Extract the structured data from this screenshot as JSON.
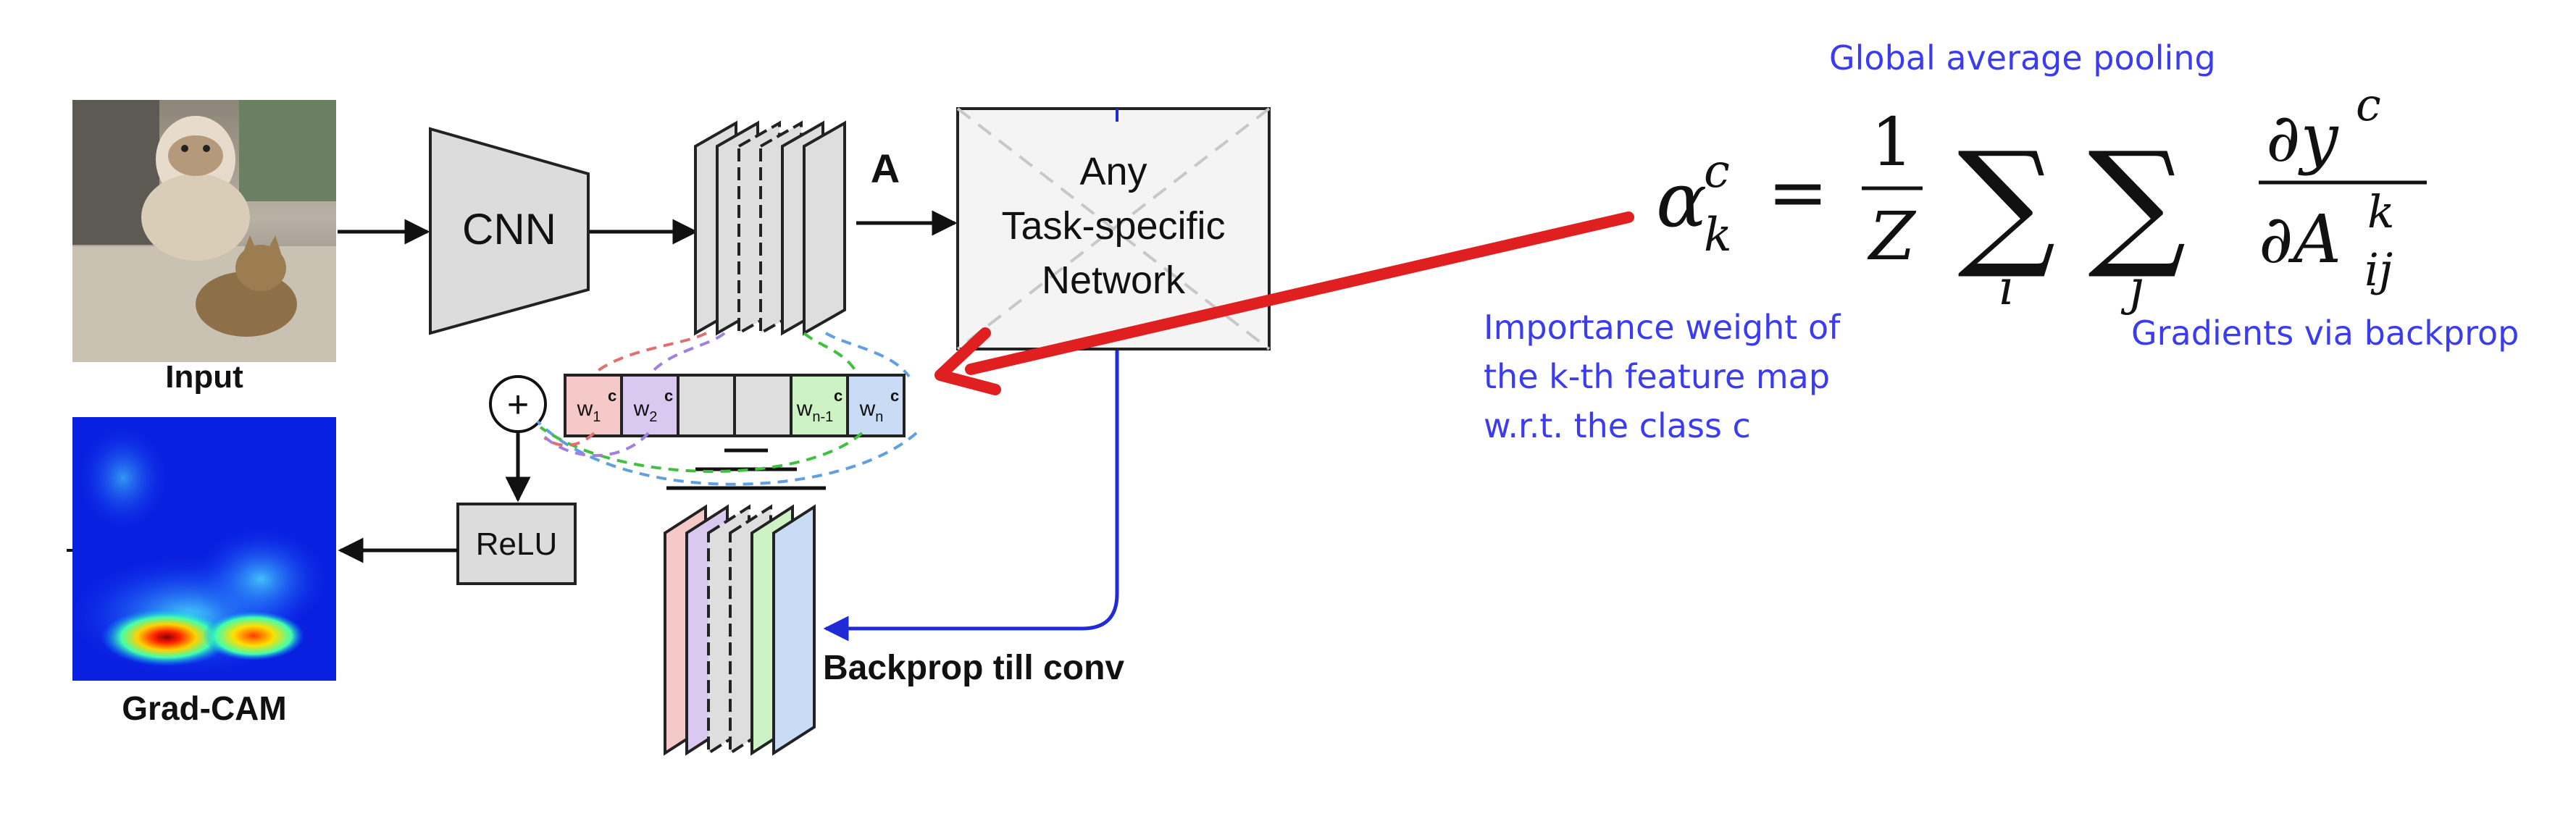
{
  "diagram": {
    "input_label": "Input",
    "cnn_label": "CNN",
    "feature_maps_label": "A",
    "task_network_lines": [
      "Any",
      "Task-specific",
      "Network"
    ],
    "relu_label": "ReLU",
    "gradcam_label": "Grad-CAM",
    "backprop_label": "Backprop till conv",
    "sum_symbol": "+",
    "weights": [
      {
        "base": "w",
        "sub": "1",
        "sup": "c",
        "color": "#f6c9c9"
      },
      {
        "base": "w",
        "sub": "2",
        "sup": "c",
        "color": "#d9c9f0"
      },
      {
        "base": "",
        "sub": "",
        "sup": "",
        "color": "#dedede"
      },
      {
        "base": "",
        "sub": "",
        "sup": "",
        "color": "#dedede"
      },
      {
        "base": "w",
        "sub": "n-1",
        "sup": "c",
        "color": "#cdf2c3"
      },
      {
        "base": "w",
        "sub": "n",
        "sup": "c",
        "color": "#c8dcf6"
      }
    ]
  },
  "annotations": {
    "global_avg_pooling": "Global average pooling",
    "importance_weight_lines": [
      "Importance weight of",
      "the k-th feature map",
      "w.r.t. the class c"
    ],
    "gradients": "Gradients via backprop"
  },
  "formula": {
    "lhs_base": "α",
    "lhs_sup": "c",
    "lhs_sub": "k",
    "equals": "=",
    "numerator_one": "1",
    "denominator_z": "Z",
    "sum_symbol": "∑",
    "sum_index_i": "i",
    "sum_index_j": "j",
    "grad_numerator": "∂y",
    "grad_numerator_sup": "c",
    "grad_denominator": "∂A",
    "grad_denominator_sup": "k",
    "grad_denominator_sub": "ij"
  },
  "colors": {
    "annotation_blue": "#3b3bf0",
    "arrow_red": "#e02020",
    "backprop_blue": "#1f2bd6",
    "box_fill": "#dcdcdc",
    "task_box_fill": "#f4f4f4"
  }
}
